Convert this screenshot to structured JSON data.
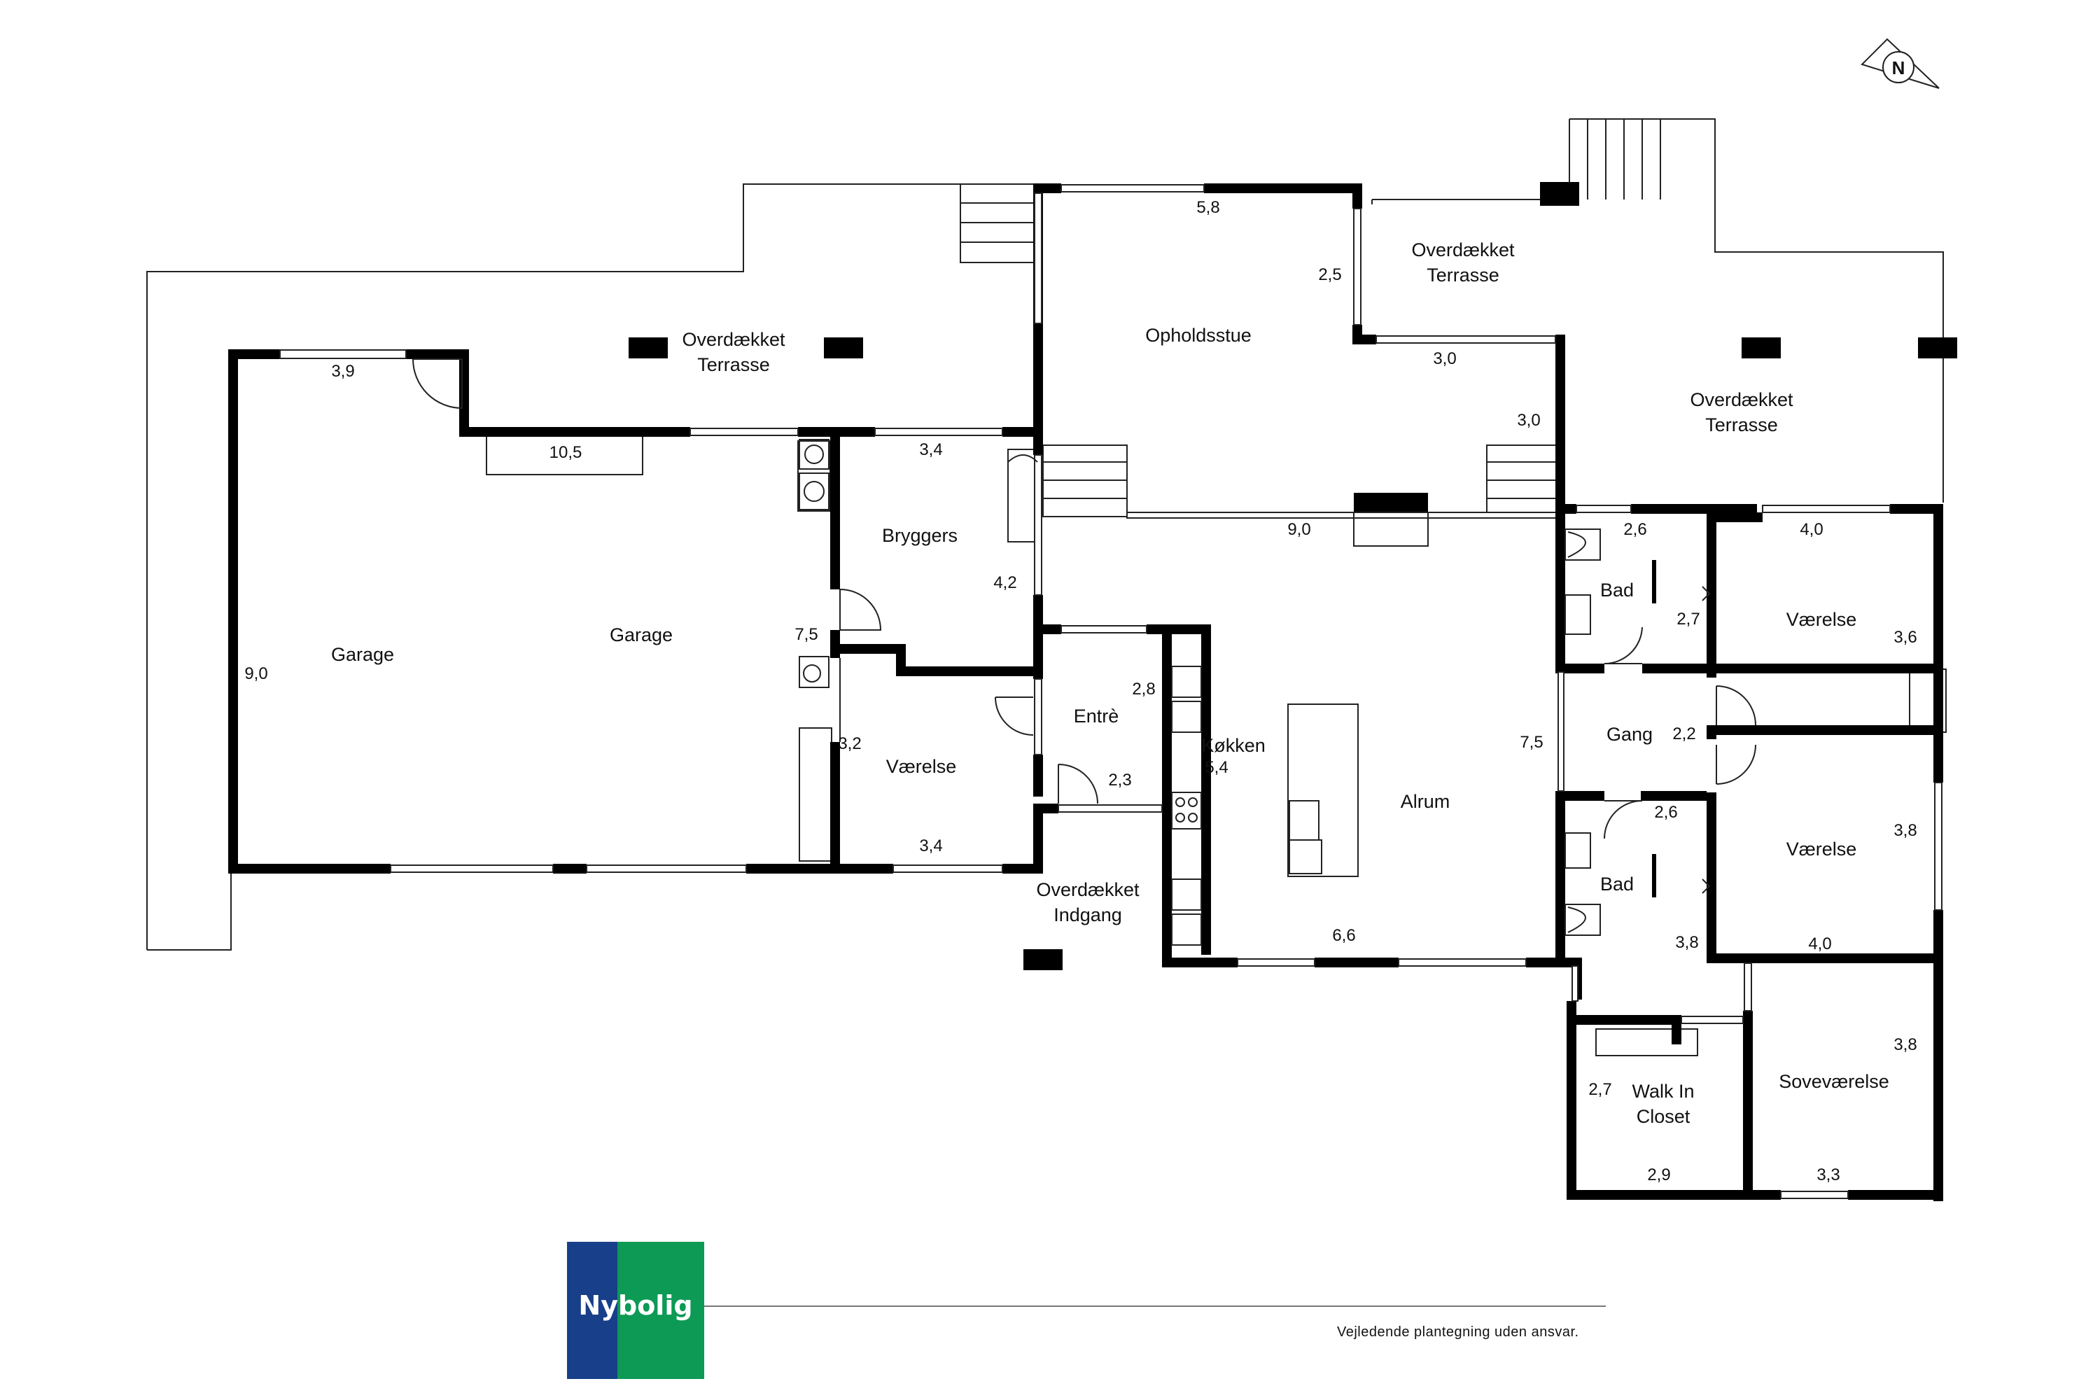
{
  "rooms": {
    "terrasse_left": [
      "Overdækket",
      "Terrasse"
    ],
    "terrasse_top": [
      "Overdækket",
      "Terrasse"
    ],
    "terrasse_right": [
      "Overdækket",
      "Terrasse"
    ],
    "indgang": [
      "Overdækket",
      "Indgang"
    ],
    "walk_in": [
      "Walk In",
      "Closet"
    ],
    "garage_left": "Garage",
    "garage_right": "Garage",
    "opholdsstue": "Opholdsstue",
    "bryggers": "Bryggers",
    "entre": "Entrè",
    "vaerelse_left": "Værelse",
    "koekken": "Køkken",
    "alrum": "Alrum",
    "bad_top": "Bad",
    "bad_bottom": "Bad",
    "gang": "Gang",
    "vaerelse_top": "Værelse",
    "vaerelse_mid": "Værelse",
    "sovevaerelse": "Soveværelse"
  },
  "dimensions": {
    "garage_top": "3,9",
    "garage_bench": "10,5",
    "garage_height": "9,0",
    "garage_inner": "7,5",
    "bryggers_width": "3,4",
    "bryggers_height": "4,2",
    "opholdsstue_width": "5,8",
    "opholdsstue_side": "2,5",
    "opholdsstue_right_a": "3,0",
    "opholdsstue_right_b": "3,0",
    "alrum_width": "9,0",
    "entre_height": "2,8",
    "entre_width": "2,3",
    "vaerelse_left_height": "3,2",
    "vaerelse_left_width": "3,4",
    "koekken_length": "5,4",
    "alrum_height": "7,5",
    "alrum_bottom": "6,6",
    "bad_top_width": "2,6",
    "bad_top_height": "2,7",
    "gang_width": "2,2",
    "bad_bottom_width": "2,6",
    "bad_bottom_height": "3,8",
    "vaerelse_top_width": "4,0",
    "vaerelse_top_height": "3,6",
    "vaerelse_mid_height": "3,8",
    "vaerelse_mid_width": "4,0",
    "sove_height": "3,8",
    "sove_width": "3,3",
    "walk_in_height": "2,7",
    "walk_in_width": "2,9"
  },
  "compass": "N",
  "logo": {
    "text": "Nybolig",
    "blue": "#173f8a",
    "green": "#0c9a55"
  },
  "disclaimer": "Vejledende plantegning uden ansvar."
}
